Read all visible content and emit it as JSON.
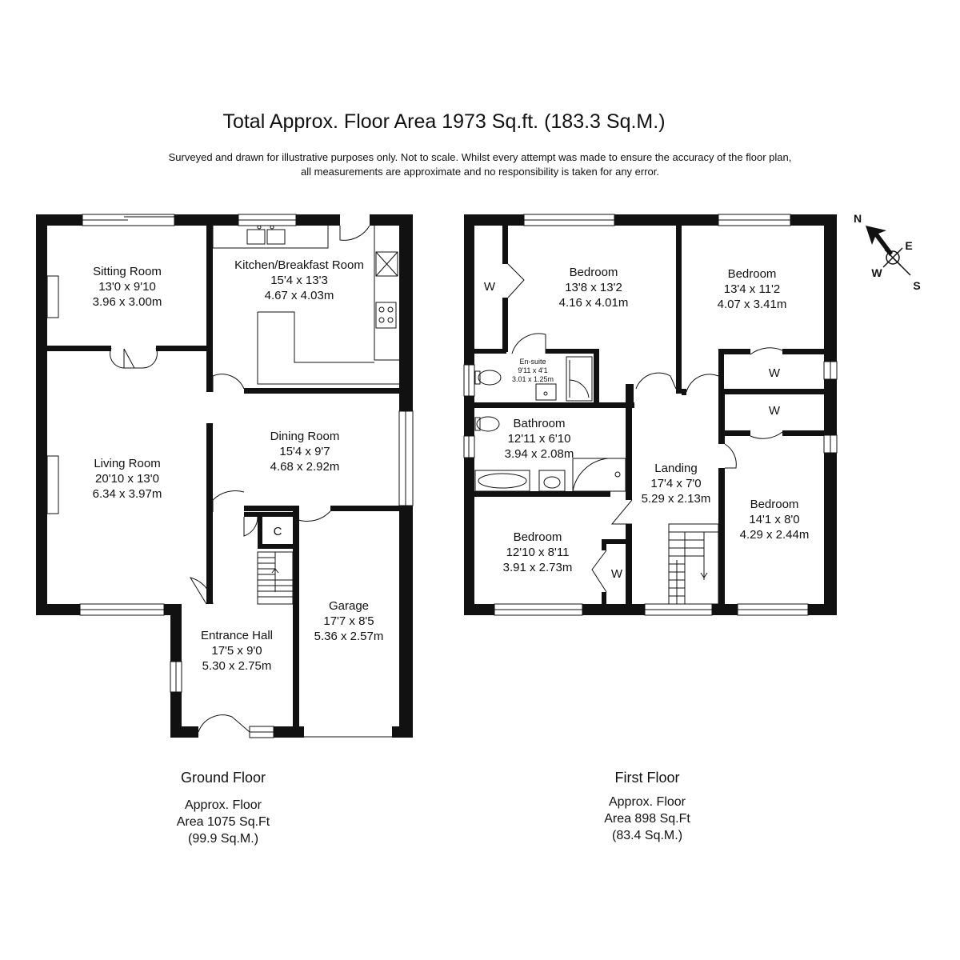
{
  "header": {
    "title": "Total Approx. Floor Area 1973 Sq.ft. (183.3 Sq.M.)",
    "disclaimer_line1": "Surveyed and drawn for illustrative purposes only. Not to scale. Whilst every attempt was made to ensure the accuracy of the floor plan,",
    "disclaimer_line2": "all measurements are approximate and no responsibility is taken for any error."
  },
  "compass": {
    "n": "N",
    "e": "E",
    "w": "W",
    "s": "S"
  },
  "ground_floor": {
    "label": "Ground Floor",
    "area_line1": "Approx. Floor",
    "area_line2": "Area 1075 Sq.Ft",
    "area_line3": "(99.9 Sq.M.)",
    "rooms": {
      "sitting": {
        "name": "Sitting Room",
        "imperial": "13'0 x 9'10",
        "metric": "3.96 x 3.00m"
      },
      "kitchen": {
        "name": "Kitchen/Breakfast Room",
        "imperial": "15'4 x 13'3",
        "metric": "4.67 x 4.03m"
      },
      "living": {
        "name": "Living Room",
        "imperial": "20'10 x 13'0",
        "metric": "6.34 x 3.97m"
      },
      "dining": {
        "name": "Dining Room",
        "imperial": "15'4 x 9'7",
        "metric": "4.68 x 2.92m"
      },
      "hall": {
        "name": "Entrance Hall",
        "imperial": "17'5 x 9'0",
        "metric": "5.30 x 2.75m"
      },
      "garage": {
        "name": "Garage",
        "imperial": "17'7 x 8'5",
        "metric": "5.36 x 2.57m"
      },
      "cupboard": {
        "name": "C"
      }
    }
  },
  "first_floor": {
    "label": "First Floor",
    "area_line1": "Approx. Floor",
    "area_line2": "Area 898 Sq.Ft",
    "area_line3": "(83.4 Sq.M.)",
    "rooms": {
      "bedroom1": {
        "name": "Bedroom",
        "imperial": "13'8 x 13'2",
        "metric": "4.16 x 4.01m"
      },
      "bedroom2": {
        "name": "Bedroom",
        "imperial": "13'4 x 11'2",
        "metric": "4.07 x 3.41m"
      },
      "ensuite": {
        "name": "En-suite",
        "imperial": "9'11 x 4'1",
        "metric": "3.01 x 1.25m"
      },
      "bathroom": {
        "name": "Bathroom",
        "imperial": "12'11 x 6'10",
        "metric": "3.94 x 2.08m"
      },
      "landing": {
        "name": "Landing",
        "imperial": "17'4 x 7'0",
        "metric": "5.29 x 2.13m"
      },
      "bedroom3": {
        "name": "Bedroom",
        "imperial": "14'1 x 8'0",
        "metric": "4.29 x 2.44m"
      },
      "bedroom4": {
        "name": "Bedroom",
        "imperial": "12'10 x 8'11",
        "metric": "3.91 x 2.73m"
      },
      "wardrobe": {
        "name": "W"
      }
    }
  }
}
